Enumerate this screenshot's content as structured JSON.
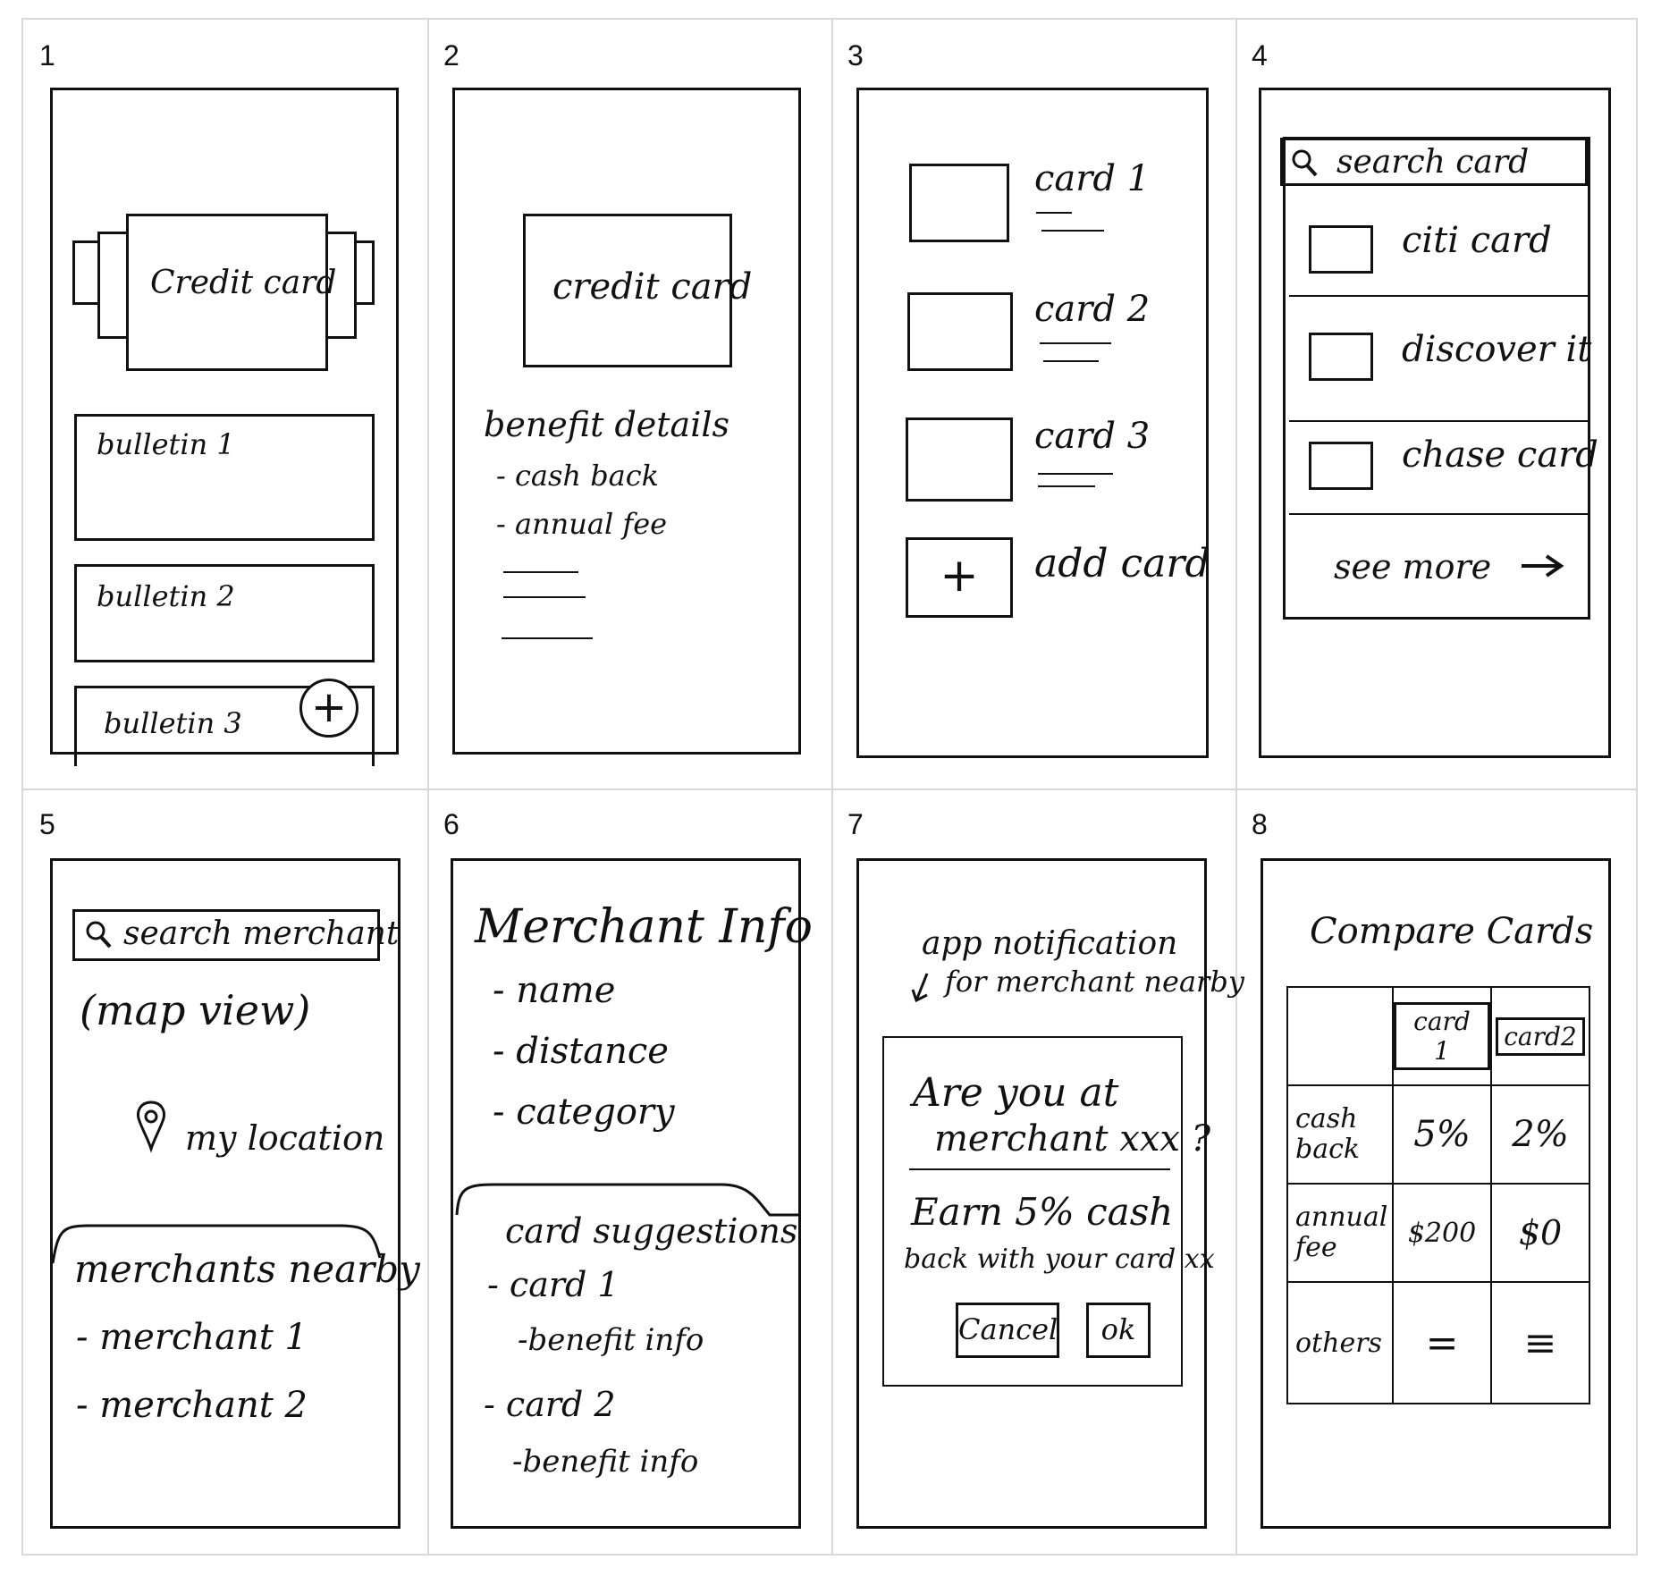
{
  "frames": [
    {
      "number": "1",
      "hero": "Credit card",
      "bulletins": [
        "bulletin 1",
        "bulletin 2",
        "bulletin 3"
      ],
      "add_button": "+"
    },
    {
      "number": "2",
      "hero": "credit card",
      "section_title": "benefit details",
      "items": [
        "- cash back",
        "- annual fee"
      ]
    },
    {
      "number": "3",
      "cards": [
        "card 1",
        "card 2",
        "card 3"
      ],
      "add": "add card",
      "add_icon": "+"
    },
    {
      "number": "4",
      "search": "search card",
      "results": [
        "citi card",
        "discover it",
        "chase card"
      ],
      "see_more": "see more"
    },
    {
      "number": "5",
      "search": "search merchant",
      "map": "(map view)",
      "location": "my location",
      "nearby_title": "merchants nearby",
      "nearby": [
        "- merchant 1",
        "- merchant 2"
      ]
    },
    {
      "number": "6",
      "title": "Merchant Info",
      "fields": [
        "- name",
        "- distance",
        "- category"
      ],
      "suggestions_title": "card suggestions",
      "suggestions": [
        "- card 1",
        "-benefit info",
        "- card 2",
        "-benefit info"
      ]
    },
    {
      "number": "7",
      "note_line1": "app notification",
      "note_line2": "for merchant nearby",
      "question_line1": "Are you at",
      "question_line2": "merchant xxx ?",
      "earn_line1": "Earn 5% cash",
      "earn_line2": "back with your card xx",
      "cancel": "Cancel",
      "ok": "ok"
    },
    {
      "number": "8",
      "title": "Compare Cards",
      "col_headers": [
        "card 1",
        "card2"
      ],
      "rows": [
        {
          "label_line1": "cash",
          "label_line2": "back",
          "v1": "5%",
          "v2": "2%"
        },
        {
          "label_line1": "annual",
          "label_line2": "fee",
          "v1": "$200",
          "v2": "$0"
        },
        {
          "label_line1": "others",
          "label_line2": "",
          "v1": "=",
          "v2": "≡"
        }
      ]
    }
  ],
  "icons": {
    "search": "magnifier-icon",
    "location": "map-pin-icon",
    "arrow": "right-arrow-icon"
  }
}
